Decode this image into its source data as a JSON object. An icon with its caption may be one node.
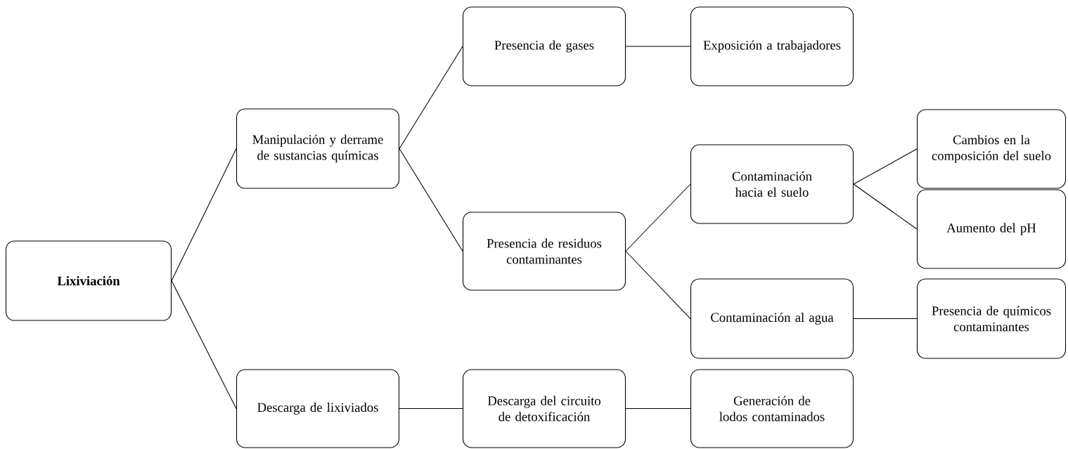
{
  "diagram": {
    "nodes": [
      {
        "text": [
          "Lixiviación"
        ]
      },
      {
        "text": [
          "Manipulación y derrame de sustancias químicas"
        ]
      },
      {
        "text": [
          "Descarga de lixiviados"
        ]
      },
      {
        "text": [
          "Presencia de gases"
        ]
      },
      {
        "text": [
          "Presencia de residuos contaminantes"
        ]
      },
      {
        "text": [
          "Descarga del circuito de detoxificación"
        ]
      },
      {
        "text": [
          "Exposición a trabajadores"
        ]
      },
      {
        "text": [
          "Contaminación hacia el suelo"
        ]
      },
      {
        "text": [
          "Contaminación al agua"
        ]
      },
      {
        "text": [
          "Generación de lodos contaminados"
        ]
      },
      {
        "text": [
          "Cambios en la composición del suelo"
        ]
      },
      {
        "text": [
          "Aumento del pH"
        ]
      },
      {
        "text": [
          "Presencia de químicos contaminantes"
        ]
      }
    ],
    "edges": [
      {
        "from": 0,
        "to": 1,
        "arrow": "none"
      },
      {
        "from": 0,
        "to": 2,
        "arrow": "none"
      },
      {
        "from": 1,
        "to": 3,
        "arrow": "none"
      },
      {
        "from": 1,
        "to": 4,
        "arrow": "none"
      },
      {
        "from": 3,
        "to": 6,
        "arrow": "none"
      },
      {
        "from": 4,
        "to": 7,
        "arrow": "none"
      },
      {
        "from": 4,
        "to": 8,
        "arrow": "none"
      },
      {
        "from": 7,
        "to": 10,
        "arrow": "none"
      },
      {
        "from": 7,
        "to": 11,
        "arrow": "none"
      },
      {
        "from": 8,
        "to": 12,
        "arrow": "none"
      },
      {
        "from": 2,
        "to": 5,
        "arrow": "none"
      },
      {
        "from": 5,
        "to": 9,
        "arrow": "none"
      }
    ]
  }
}
